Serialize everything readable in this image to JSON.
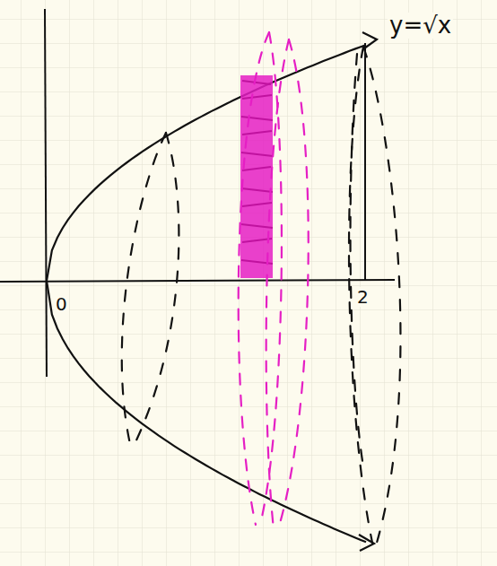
{
  "diagram": {
    "labels": [
      "y=√x",
      "0",
      "2"
    ]
  }
}
